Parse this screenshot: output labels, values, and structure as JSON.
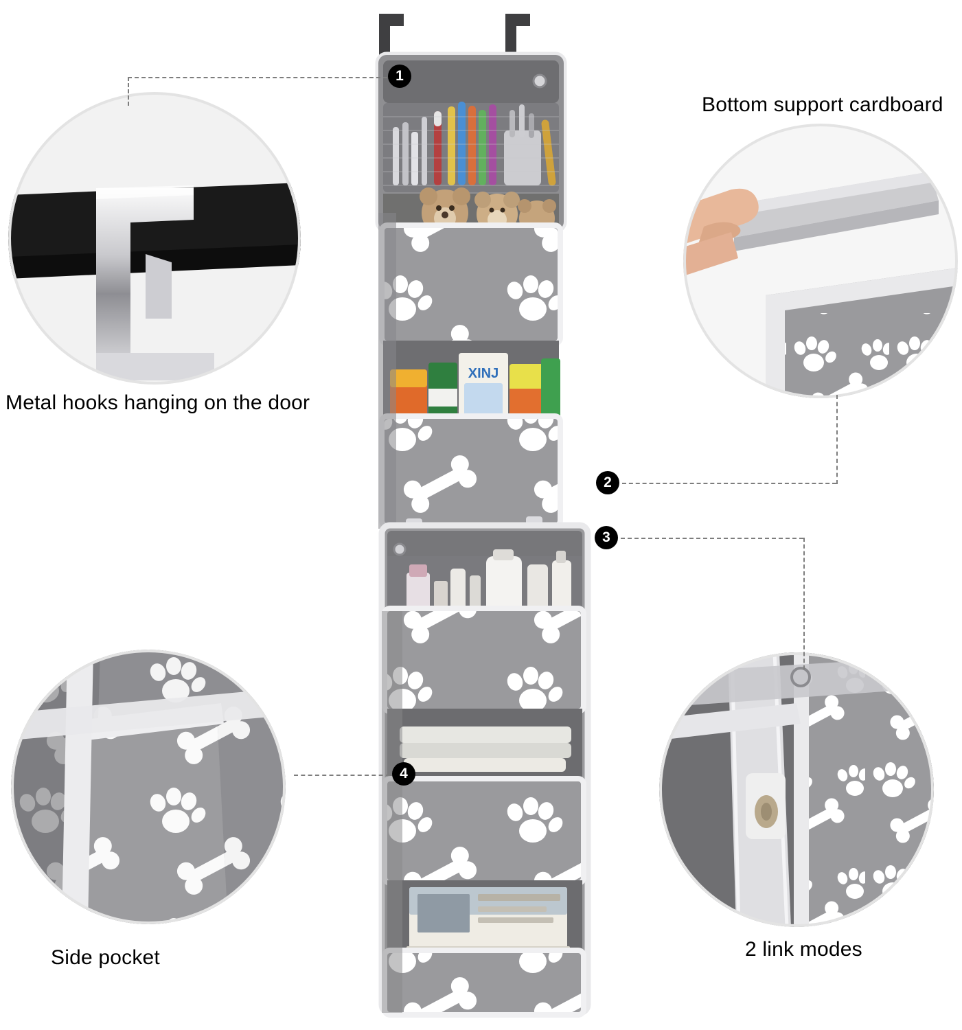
{
  "image": {
    "type": "product-feature-infographic",
    "subject": "Over-the-door hanging storage organizer with grey paw-print and bone fabric pattern",
    "background_color": "#ffffff",
    "accent_color": "#000000",
    "leader_line_color": "#7d7d7d"
  },
  "callouts": [
    {
      "number": "1",
      "label": "Metal hooks hanging on the door",
      "detail": "Close-up of two chrome metal over-door hooks resting on a dark door edge",
      "position": "top-left"
    },
    {
      "number": "2",
      "label": "Bottom support cardboard",
      "detail": "Hand lifting a grey rectangular cardboard insert out of a paw-print fabric shelf",
      "position": "top-right"
    },
    {
      "number": "3",
      "label": "2 link modes",
      "detail": "Close-up of a white webbing strap with a snap button connecting two panels",
      "position": "bottom-right"
    },
    {
      "number": "4",
      "label": "Side pocket",
      "detail": "Close-up of a mesh-trimmed side pocket on the grey paw-print fabric",
      "position": "bottom-left"
    }
  ],
  "product": {
    "panels": [
      {
        "name": "upper-panel",
        "compartments": [
          {
            "name": "top-mesh-pocket",
            "contents": "pens, markers, scissors, cup of utensils"
          },
          {
            "name": "shelf-1",
            "contents": "teddy bears / plush toys"
          },
          {
            "name": "shelf-2",
            "contents": "snack bags and candy packages"
          }
        ]
      },
      {
        "name": "lower-panel",
        "compartments": [
          {
            "name": "top-mesh-pocket",
            "contents": "cosmetic bottles and tubes"
          },
          {
            "name": "shelf-3",
            "contents": "folded towels"
          },
          {
            "name": "shelf-4",
            "contents": "books and magazines"
          }
        ]
      }
    ],
    "hooks_count": "2",
    "colors": {
      "fabric": "#9a9a9d",
      "trim": "#ececee",
      "pattern": "#ffffff",
      "hook": "#3a3a3a"
    }
  }
}
